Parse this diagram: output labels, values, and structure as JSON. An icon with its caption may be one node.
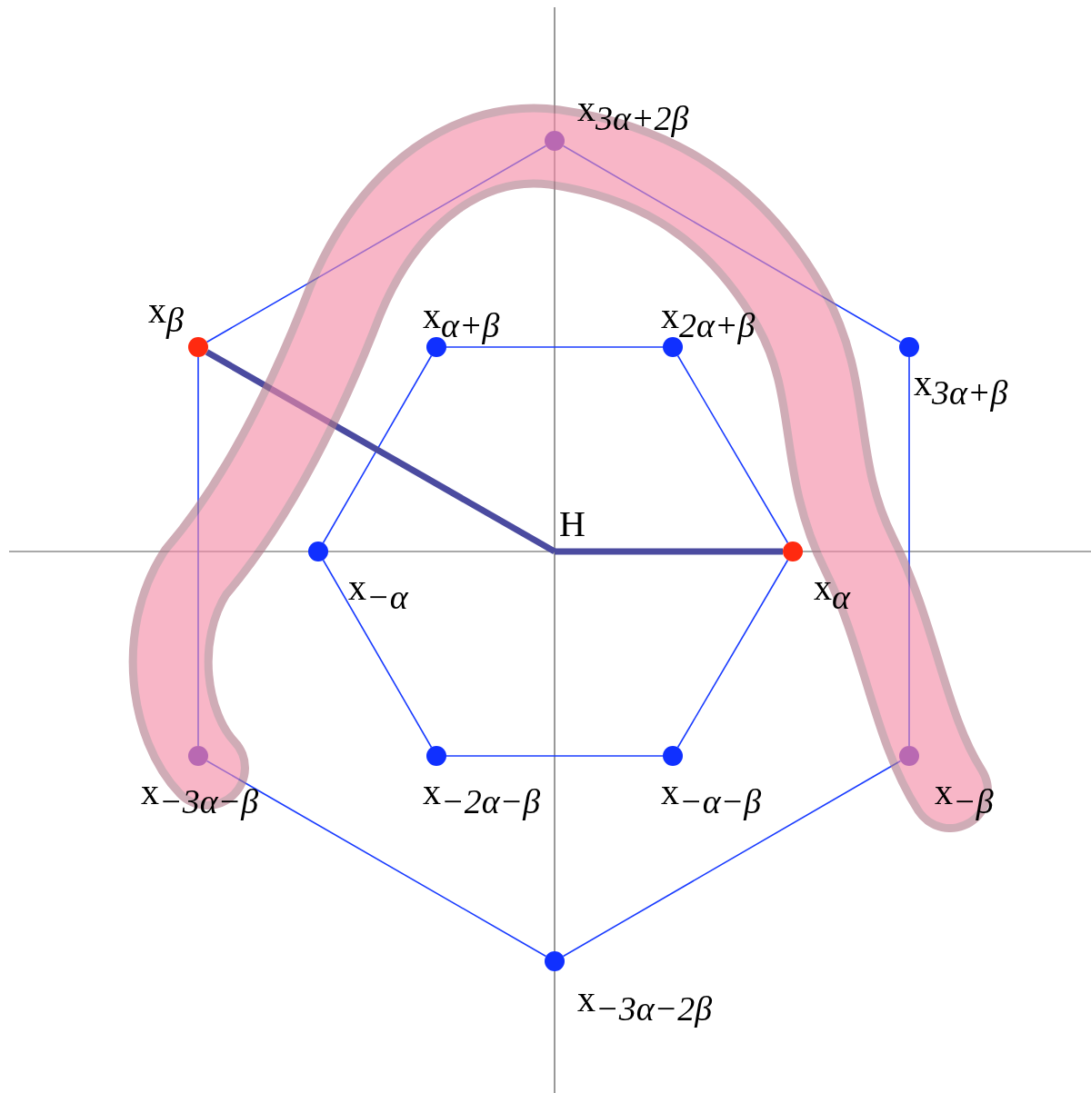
{
  "diagram": {
    "nodes": [
      {
        "text": [
          "x$_{3α+2β}$"
        ]
      },
      {
        "text": [
          "x$_{β}$"
        ]
      },
      {
        "text": [
          "x$_{α+β}$"
        ]
      },
      {
        "text": [
          "x$_{2α+β}$"
        ]
      },
      {
        "text": [
          "x$_{3α+β}$"
        ]
      },
      {
        "text": [
          "H"
        ]
      },
      {
        "text": [
          "x$_{−α}$"
        ]
      },
      {
        "text": [
          "x$_{α}$"
        ]
      },
      {
        "text": [
          "x$_{−3α−β}$"
        ]
      },
      {
        "text": [
          "x$_{−2α−β}$"
        ]
      },
      {
        "text": [
          "x$_{−α−β}$"
        ]
      },
      {
        "text": [
          "x$_{−β}$"
        ]
      },
      {
        "text": [
          "x$_{−3α−2β}$"
        ]
      }
    ],
    "edges": [
      {
        "from": 0,
        "to": 4,
        "arrow": "none"
      },
      {
        "from": 4,
        "to": 11,
        "arrow": "none"
      },
      {
        "from": 11,
        "to": 12,
        "arrow": "none"
      },
      {
        "from": 12,
        "to": 8,
        "arrow": "none"
      },
      {
        "from": 8,
        "to": 1,
        "arrow": "none"
      },
      {
        "from": 1,
        "to": 0,
        "arrow": "none"
      },
      {
        "from": 2,
        "to": 3,
        "arrow": "none"
      },
      {
        "from": 3,
        "to": 7,
        "arrow": "none"
      },
      {
        "from": 7,
        "to": 10,
        "arrow": "none"
      },
      {
        "from": 10,
        "to": 9,
        "arrow": "none"
      },
      {
        "from": 9,
        "to": 6,
        "arrow": "none"
      },
      {
        "from": 6,
        "to": 2,
        "arrow": "none"
      },
      {
        "from": 5,
        "to": 1,
        "arrow": "none",
        "style": "thick",
        "color": "#4b4ba0"
      },
      {
        "from": 5,
        "to": 7,
        "arrow": "none",
        "style": "thick",
        "color": "#4b4ba0"
      }
    ]
  }
}
